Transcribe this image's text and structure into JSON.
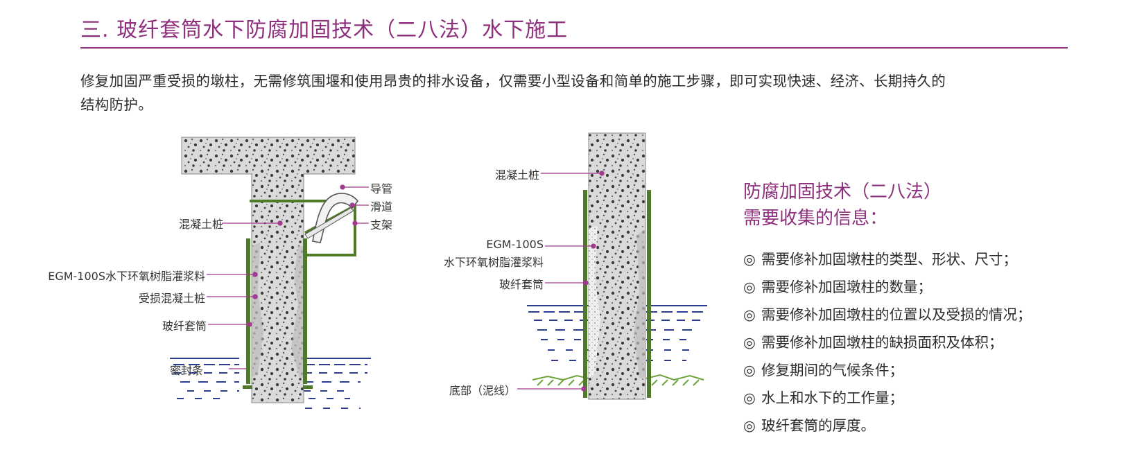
{
  "header": {
    "title": "三. 玻纤套筒水下防腐加固技术（二八法）水下施工"
  },
  "intro": {
    "line1": "修复加固严重受损的墩柱，无需修筑围堰和使用昂贵的排水设备，仅需要小型设备和简单的施工步骤，即可实现快速、经济、长期持久的",
    "line2": "结构防护。"
  },
  "diagram_left": {
    "labels": {
      "concrete_pile": "混凝土桩",
      "egm_grout": "EGM-100S水下环氧树脂灌浆料",
      "damaged_pile": "受损混凝土桩",
      "fiberglass_jacket": "玻纤套筒",
      "seal_strip": "密封条",
      "conduit": "导管",
      "slide": "滑道",
      "bracket": "支架"
    }
  },
  "diagram_right": {
    "labels": {
      "concrete_pile": "混凝土桩",
      "egm_line1": "EGM-100S",
      "egm_line2": "水下环氧树脂灌浆料",
      "fiberglass_jacket": "玻纤套筒",
      "bottom": "底部（泥线）"
    }
  },
  "info": {
    "title_line1": "防腐加固技术（二八法）",
    "title_line2": "需要收集的信息：",
    "bullet": "◎",
    "items": [
      "需要修补加固墩柱的类型、形状、尺寸；",
      "需要修补加固墩柱的数量；",
      "需要修补加固墩柱的位置以及受损的情况；",
      "需要修补加固墩柱的缺损面积及体积；",
      "修复期间的气候条件；",
      "水上和水下的工作量；",
      "玻纤套筒的厚度。"
    ]
  },
  "colors": {
    "accent": "#8e2f7e",
    "concrete": "#d9d9d9",
    "jacket": "#4f7a2a",
    "water": "#2b3b8f",
    "mud": "#6ea23a"
  }
}
